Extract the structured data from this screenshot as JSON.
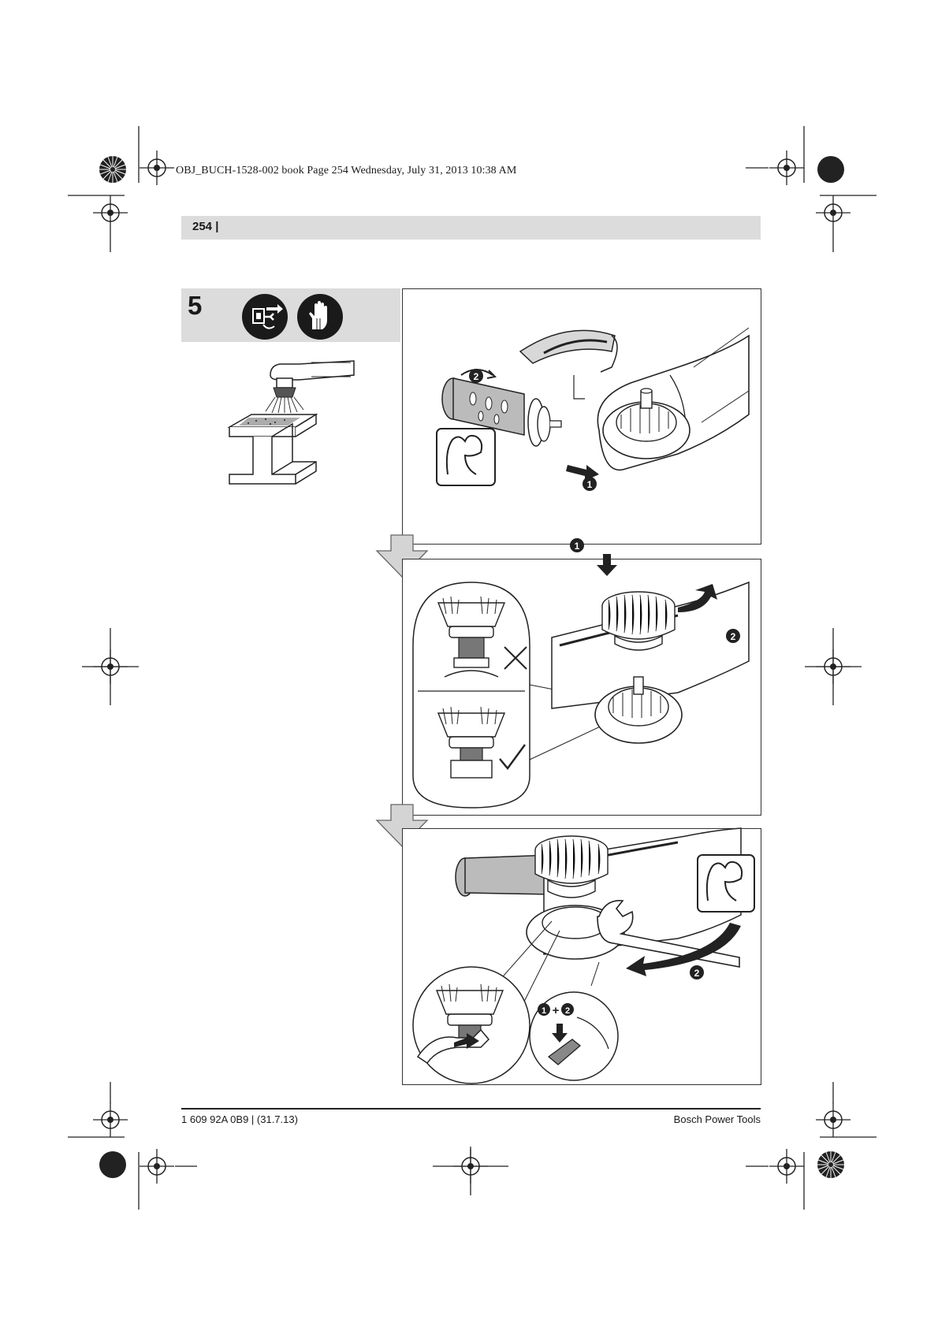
{
  "slug_line": "OBJ_BUCH-1528-002 book  Page 254  Wednesday, July 31, 2013  10:38 AM",
  "page_number": "254 |",
  "step": {
    "number": "5",
    "icons": [
      "unplug-icon",
      "gloves-icon"
    ]
  },
  "panels": [
    {
      "name": "remove-handle-guard",
      "callouts": [
        "❶",
        "❷"
      ]
    },
    {
      "name": "screw-on-brush",
      "callouts": [
        "❶",
        "❷"
      ]
    },
    {
      "name": "tighten-with-wrench",
      "callouts": [
        "❷",
        "❶+❷"
      ]
    }
  ],
  "footer": {
    "left": "1 609 92A 0B9 | (31.7.13)",
    "right": "Bosch Power Tools"
  },
  "colors": {
    "header_gray": "#dcdcdc",
    "arrow_gray": "#d4d4d4",
    "ink": "#1a1a1a"
  }
}
